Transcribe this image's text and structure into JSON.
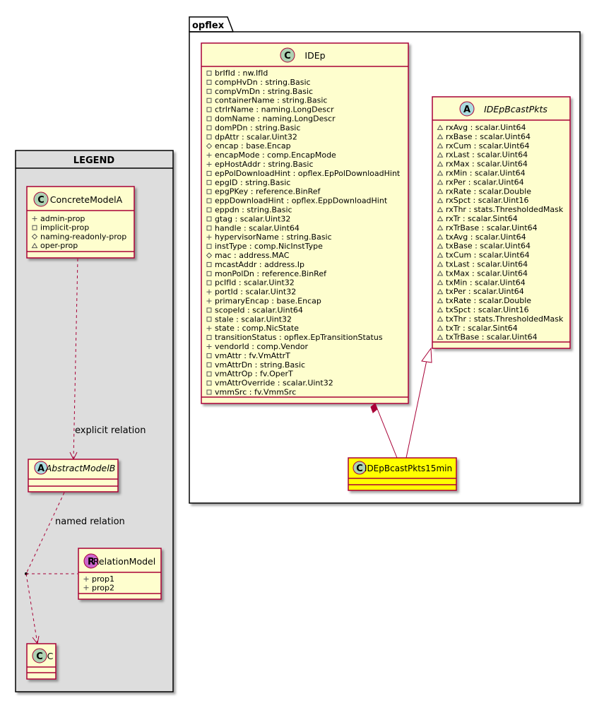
{
  "package": {
    "name": "opflex"
  },
  "legend": {
    "title": "LEGEND",
    "concrete_model": {
      "name": "ConcreteModelA",
      "stereotype_letter": "C",
      "members": [
        {
          "vis": "+",
          "text": "admin-prop"
        },
        {
          "vis": "-",
          "text": "implicit-prop"
        },
        {
          "vis": "#",
          "text": "naming-readonly-prop"
        },
        {
          "vis": "~",
          "text": "oper-prop"
        }
      ]
    },
    "abstract_model": {
      "name": "AbstractModelB",
      "stereotype_letter": "A"
    },
    "relation_model": {
      "name": "RelationModel",
      "stereotype_letter": "R",
      "members": [
        {
          "vis": "+",
          "text": "prop1"
        },
        {
          "vis": "+",
          "text": "prop2"
        }
      ]
    },
    "c_model": {
      "name": "C",
      "stereotype_letter": "C"
    },
    "explicit_relation_label": "explicit relation",
    "named_relation_label": "named relation"
  },
  "classes": {
    "idep": {
      "name": "IDEp",
      "stereotype_letter": "C",
      "members": [
        {
          "vis": "-",
          "text": "brIfId : nw.IfId"
        },
        {
          "vis": "-",
          "text": "compHvDn : string.Basic"
        },
        {
          "vis": "-",
          "text": "compVmDn : string.Basic"
        },
        {
          "vis": "-",
          "text": "containerName : string.Basic"
        },
        {
          "vis": "-",
          "text": "ctrlrName : naming.LongDescr"
        },
        {
          "vis": "-",
          "text": "domName : naming.LongDescr"
        },
        {
          "vis": "-",
          "text": "domPDn : string.Basic"
        },
        {
          "vis": "-",
          "text": "dpAttr : scalar.Uint32"
        },
        {
          "vis": "#",
          "text": "encap : base.Encap"
        },
        {
          "vis": "+",
          "text": "encapMode : comp.EncapMode"
        },
        {
          "vis": "+",
          "text": "epHostAddr : string.Basic"
        },
        {
          "vis": "-",
          "text": "epPolDownloadHint : opflex.EpPolDownloadHint"
        },
        {
          "vis": "-",
          "text": "epgID : string.Basic"
        },
        {
          "vis": "-",
          "text": "epgPKey : reference.BinRef"
        },
        {
          "vis": "-",
          "text": "eppDownloadHint : opflex.EppDownloadHint"
        },
        {
          "vis": "-",
          "text": "eppdn : string.Basic"
        },
        {
          "vis": "-",
          "text": "gtag : scalar.Uint32"
        },
        {
          "vis": "-",
          "text": "handle : scalar.Uint64"
        },
        {
          "vis": "+",
          "text": "hypervisorName : string.Basic"
        },
        {
          "vis": "-",
          "text": "instType : comp.NicInstType"
        },
        {
          "vis": "#",
          "text": "mac : address.MAC"
        },
        {
          "vis": "-",
          "text": "mcastAddr : address.Ip"
        },
        {
          "vis": "-",
          "text": "monPolDn : reference.BinRef"
        },
        {
          "vis": "-",
          "text": "pcIfId : scalar.Uint32"
        },
        {
          "vis": "+",
          "text": "portId : scalar.Uint32"
        },
        {
          "vis": "+",
          "text": "primaryEncap : base.Encap"
        },
        {
          "vis": "-",
          "text": "scopeId : scalar.Uint64"
        },
        {
          "vis": "-",
          "text": "stale : scalar.Uint32"
        },
        {
          "vis": "+",
          "text": "state : comp.NicState"
        },
        {
          "vis": "-",
          "text": "transitionStatus : opflex.EpTransitionStatus"
        },
        {
          "vis": "+",
          "text": "vendorId : comp.Vendor"
        },
        {
          "vis": "-",
          "text": "vmAttr : fv.VmAttrT"
        },
        {
          "vis": "-",
          "text": "vmAttrDn : string.Basic"
        },
        {
          "vis": "-",
          "text": "vmAttrOp : fv.OperT"
        },
        {
          "vis": "-",
          "text": "vmAttrOverride : scalar.Uint32"
        },
        {
          "vis": "-",
          "text": "vmmSrc : fv.VmmSrc"
        }
      ]
    },
    "bcast": {
      "name": "IDEpBcastPkts",
      "stereotype_letter": "A",
      "members": [
        {
          "vis": "~",
          "text": "rxAvg : scalar.Uint64"
        },
        {
          "vis": "~",
          "text": "rxBase : scalar.Uint64"
        },
        {
          "vis": "~",
          "text": "rxCum : scalar.Uint64"
        },
        {
          "vis": "~",
          "text": "rxLast : scalar.Uint64"
        },
        {
          "vis": "~",
          "text": "rxMax : scalar.Uint64"
        },
        {
          "vis": "~",
          "text": "rxMin : scalar.Uint64"
        },
        {
          "vis": "~",
          "text": "rxPer : scalar.Uint64"
        },
        {
          "vis": "~",
          "text": "rxRate : scalar.Double"
        },
        {
          "vis": "~",
          "text": "rxSpct : scalar.Uint16"
        },
        {
          "vis": "~",
          "text": "rxThr : stats.ThresholdedMask"
        },
        {
          "vis": "~",
          "text": "rxTr : scalar.Sint64"
        },
        {
          "vis": "~",
          "text": "rxTrBase : scalar.Uint64"
        },
        {
          "vis": "~",
          "text": "txAvg : scalar.Uint64"
        },
        {
          "vis": "~",
          "text": "txBase : scalar.Uint64"
        },
        {
          "vis": "~",
          "text": "txCum : scalar.Uint64"
        },
        {
          "vis": "~",
          "text": "txLast : scalar.Uint64"
        },
        {
          "vis": "~",
          "text": "txMax : scalar.Uint64"
        },
        {
          "vis": "~",
          "text": "txMin : scalar.Uint64"
        },
        {
          "vis": "~",
          "text": "txPer : scalar.Uint64"
        },
        {
          "vis": "~",
          "text": "txRate : scalar.Double"
        },
        {
          "vis": "~",
          "text": "txSpct : scalar.Uint16"
        },
        {
          "vis": "~",
          "text": "txThr : stats.ThresholdedMask"
        },
        {
          "vis": "~",
          "text": "txTr : scalar.Sint64"
        },
        {
          "vis": "~",
          "text": "txTrBase : scalar.Uint64"
        }
      ]
    },
    "bcast15": {
      "name": "IDEpBcastPkts15min",
      "stereotype_letter": "C"
    }
  },
  "colors": {
    "class_fill": "#FEFECE",
    "class_border": "#A80036",
    "highlight_fill": "#FFFF00",
    "legend_fill": "#DDDDDD",
    "class_badge": "#ADD1B2",
    "abstract_badge": "#A9DCDF",
    "relation_badge": "#CC66CC"
  }
}
